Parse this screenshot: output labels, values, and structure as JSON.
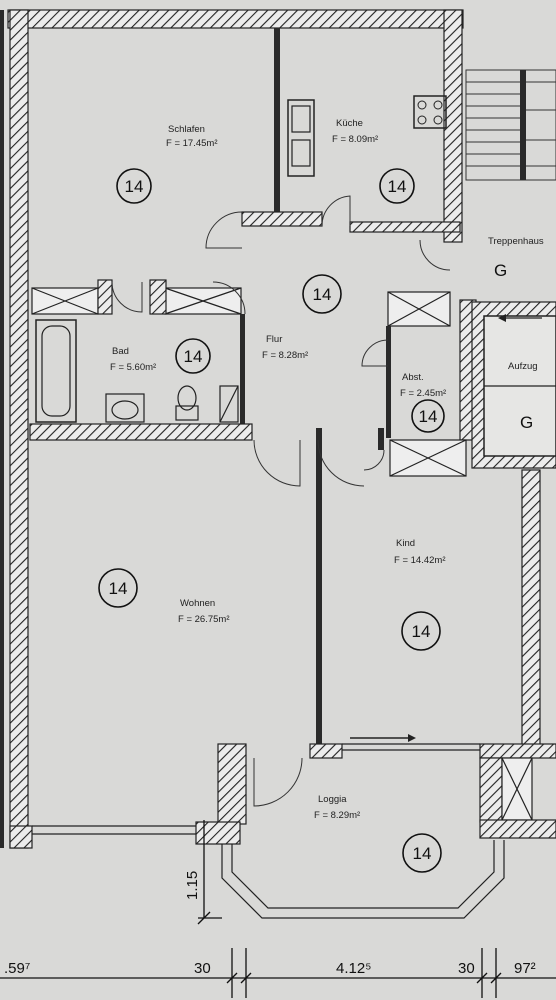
{
  "rooms": {
    "schlafen": {
      "name": "Schlafen",
      "area": "F = 17.45m²",
      "circle": "14"
    },
    "kueche": {
      "name": "Küche",
      "area": "F = 8.09m²",
      "circle": "14"
    },
    "treppenhaus": {
      "name": "Treppenhaus",
      "letter": "G"
    },
    "flur": {
      "name": "Flur",
      "area": "F = 8.28m²",
      "circle": "14"
    },
    "bad": {
      "name": "Bad",
      "area": "F = 5.60m²",
      "circle": "14"
    },
    "abst": {
      "name": "Abst.",
      "area": "F = 2.45m²",
      "circle": "14"
    },
    "aufzug": {
      "name": "Aufzug",
      "letter": "G"
    },
    "wohnen": {
      "name": "Wohnen",
      "area": "F = 26.75m²",
      "circle": "14"
    },
    "kind": {
      "name": "Kind",
      "area": "F = 14.42m²",
      "circle": "14"
    },
    "loggia": {
      "name": "Loggia",
      "area": "F = 8.29m²",
      "circle": "14"
    }
  },
  "dimensions": {
    "left": ".59⁷",
    "d30a": "30",
    "d412": "4.12⁵",
    "d30b": "30",
    "d97": "97²",
    "d115": "1.15"
  },
  "colors": {
    "paper": "#d9d9d7",
    "ink": "#2a2a2a"
  }
}
